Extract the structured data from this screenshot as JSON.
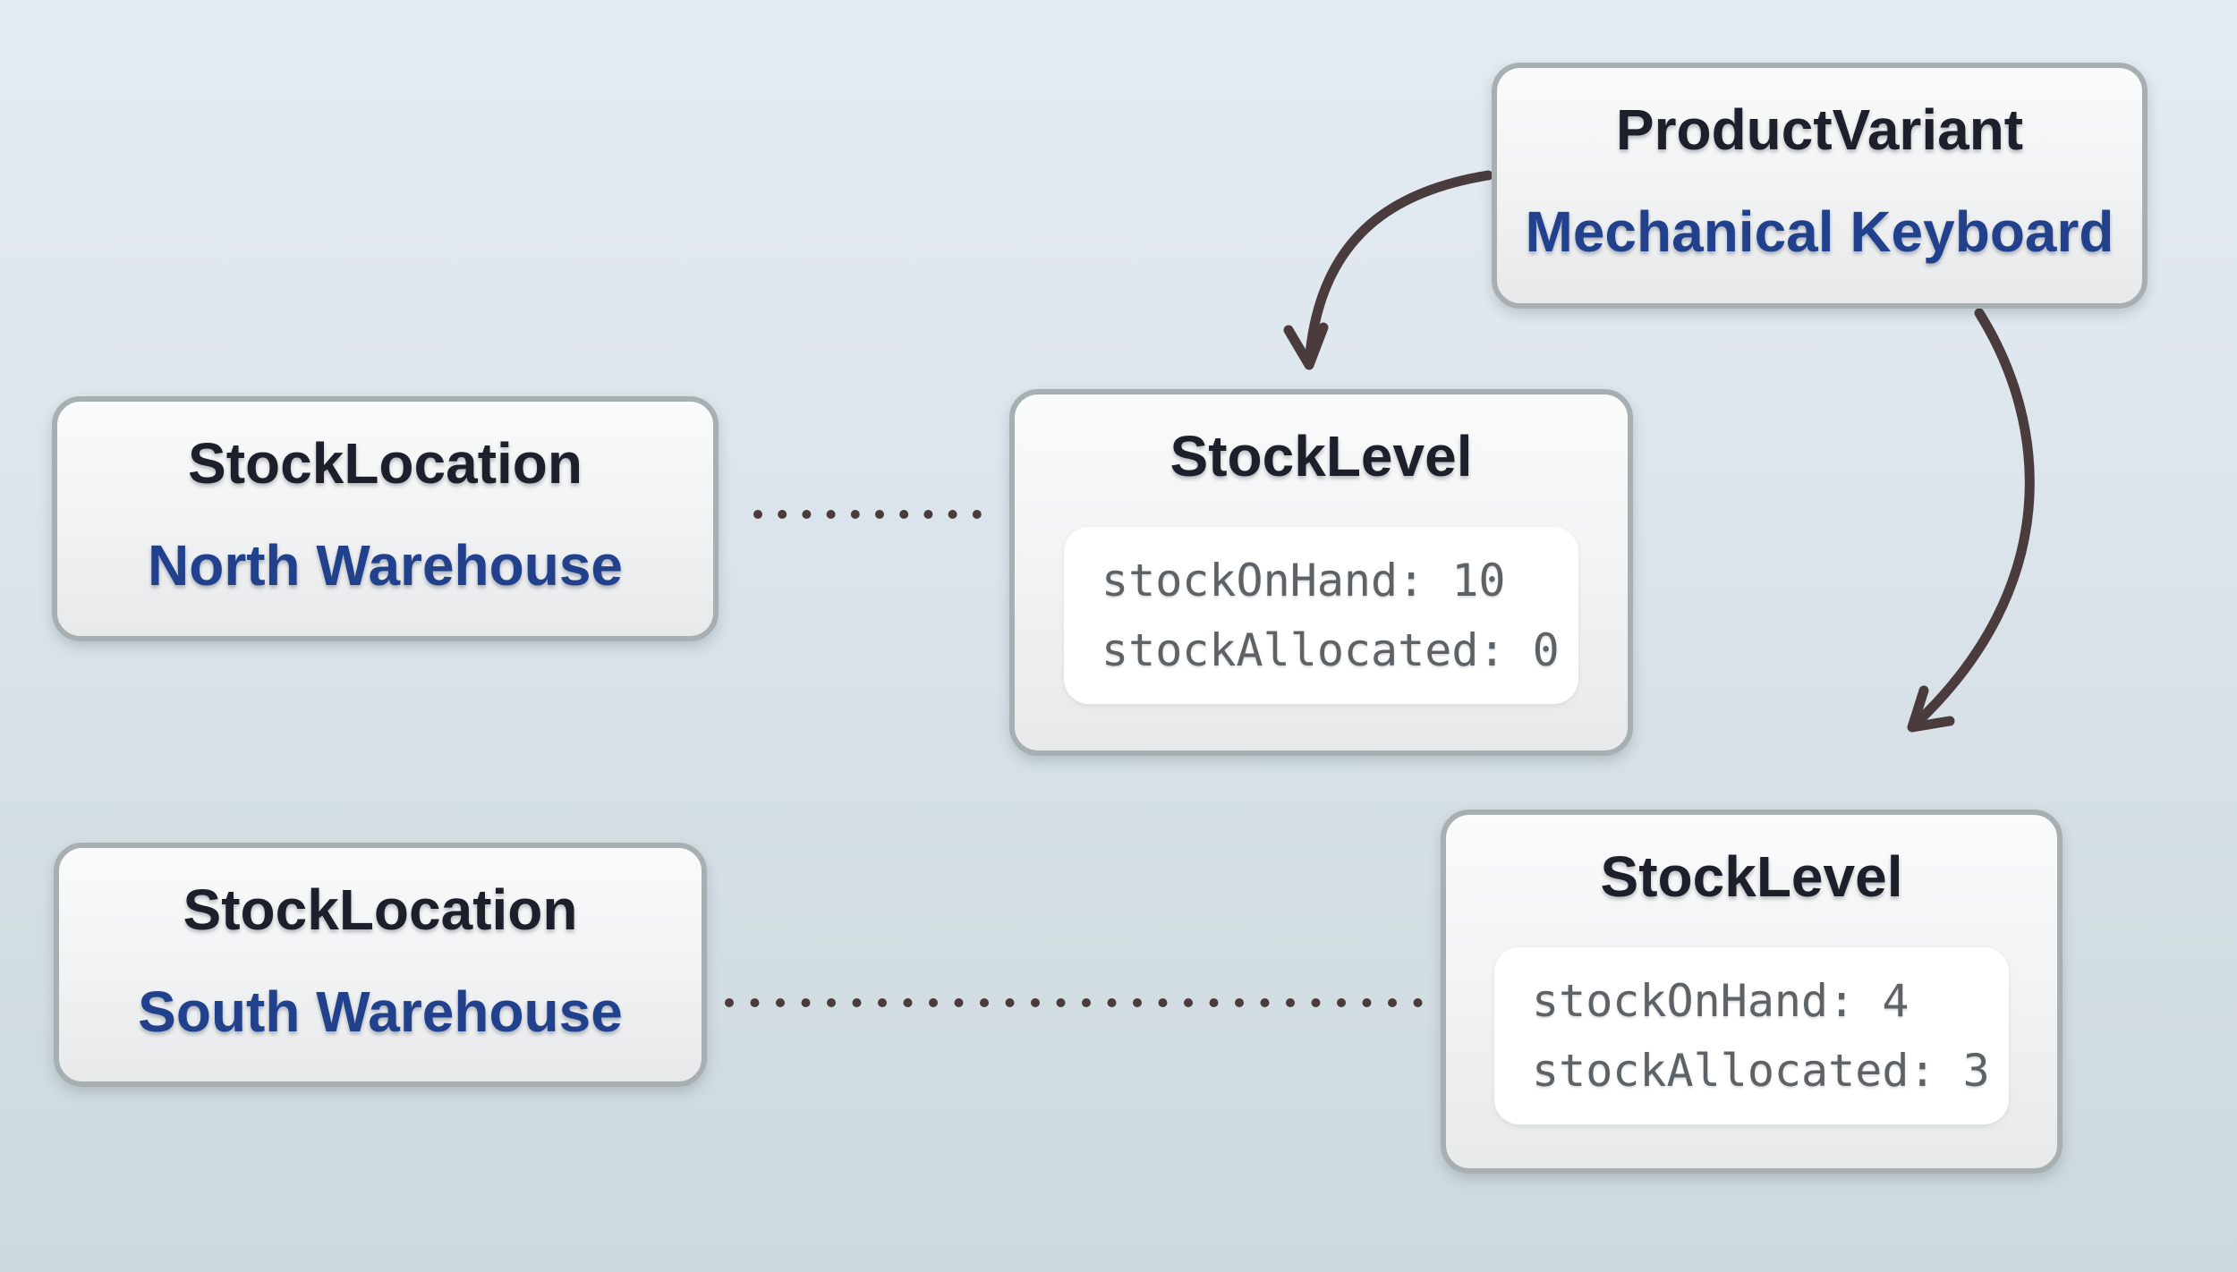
{
  "nodes": {
    "product_variant": {
      "type_label": "ProductVariant",
      "instance_name": "Mechanical Keyboard"
    },
    "stock_location_north": {
      "type_label": "StockLocation",
      "instance_name": "North Warehouse"
    },
    "stock_location_south": {
      "type_label": "StockLocation",
      "instance_name": "South Warehouse"
    },
    "stock_level_north": {
      "type_label": "StockLevel",
      "lines": [
        "stockOnHand: 10",
        "stockAllocated: 0"
      ]
    },
    "stock_level_south": {
      "type_label": "StockLevel",
      "lines": [
        "stockOnHand: 4",
        "stockAllocated: 3"
      ]
    }
  },
  "colors": {
    "entity_title_dark": "#1b202b",
    "instance_name_blue": "#21418d",
    "mono_text_gray": "#5d6267",
    "connector_dark": "#4a3b3d",
    "node_border_gray": "#a7afb3",
    "background_top": "#e4ebf2",
    "background_bottom": "#cdd9de"
  }
}
